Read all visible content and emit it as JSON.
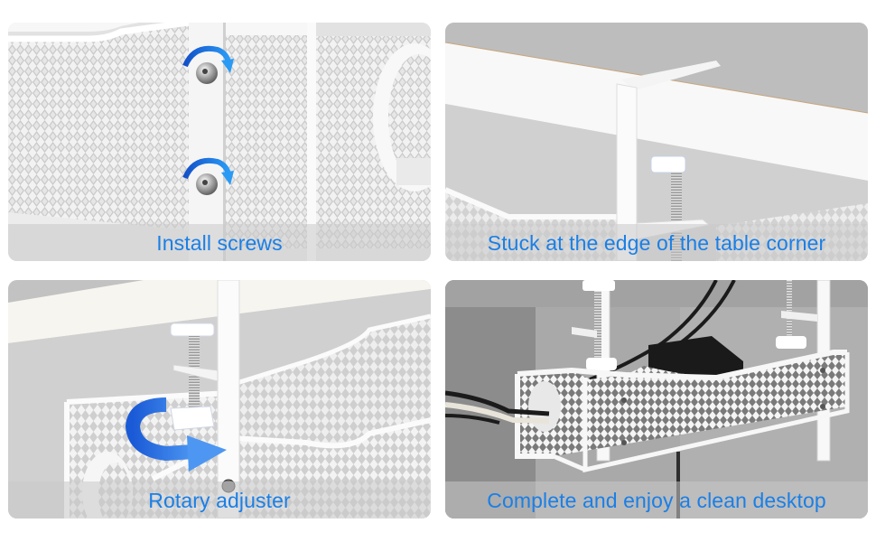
{
  "panels": [
    {
      "id": "install-screws",
      "caption": "Install screws",
      "scene": "mesh basket side joint with two screws and blue rotation arrows"
    },
    {
      "id": "table-edge",
      "caption": "Stuck at the edge of the table corner",
      "scene": "white clamp hooked over table edge with threaded screw"
    },
    {
      "id": "rotary-adjuster",
      "caption": "Rotary adjuster",
      "scene": "clamp knob with blue circular rotation arrow above mesh basket"
    },
    {
      "id": "complete",
      "caption": "Complete and enjoy a clean desktop",
      "scene": "mesh cable tray mounted under desk holding power adapter and cables"
    }
  ],
  "colors": {
    "caption_text": "#1a7fe6",
    "arrow_blue": "#1e6fe0",
    "caption_strip": "rgba(200,200,200,0.55)",
    "page_background": "#ffffff"
  },
  "icons": {
    "screw_arrows": "clockwise-arrow-icon",
    "rotary_arrow": "circular-arrow-icon"
  }
}
